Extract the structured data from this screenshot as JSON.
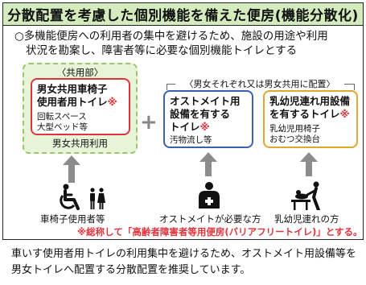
{
  "title": "分散配置を考慮した個別機能を備えた便房(機能分散化)",
  "intro": {
    "line1": "○多機能便房への利用者の集中を避けるため、施設の用途や利用",
    "line2": "状況を勘案し、障害者等に必要な個別機能トイレとする"
  },
  "shared": {
    "label": "〈共用部〉",
    "card_title_line1": "男女共用車椅子",
    "card_title_line2": "使用者用トイレ",
    "card_mark": "※",
    "card_sub_line1": "回転スペース",
    "card_sub_line2": "大型ベッド等",
    "footer": "男女共用利用"
  },
  "bracket_label": "〈男女それぞれ又は男女共用に配置〉",
  "ostomy": {
    "title_line1": "オストメイト用",
    "title_line2": "設備を有する",
    "title_line3": "トイレ",
    "mark": "※",
    "sub": "汚物流し等"
  },
  "infant": {
    "title_line1": "乳幼児連れ用設備",
    "title_line2": "を有するトイレ",
    "mark": "※",
    "sub_line1": "乳幼児用椅子",
    "sub_line2": "おむつ交換台"
  },
  "plus_sign": "+",
  "users": {
    "wheelchair": "車椅子使用者等",
    "ostomate": "オストメイトが必要な方",
    "infant": "乳幼児連れの方"
  },
  "note": "※総称して「高齢者障害者等用便房(バリアフリートイレ)」とする。",
  "caption": "車いす使用者用トイレの利用集中を避けるため、オストメイト用設備等を男女トイレへ配置する分散配置を推奨しています。",
  "colors": {
    "title_bg": "#d3ebbd",
    "shared_bg": "#e7f4d8",
    "shared_border": "#9ac66e",
    "red": "#e0343c",
    "blue": "#3b5fb3",
    "gold": "#e0a830",
    "arrow": "#8c8c8c"
  },
  "icons": [
    "wheelchair-icon",
    "man-woman-icon",
    "ostomate-icon",
    "baby-changing-icon",
    "up-arrow-icon"
  ]
}
